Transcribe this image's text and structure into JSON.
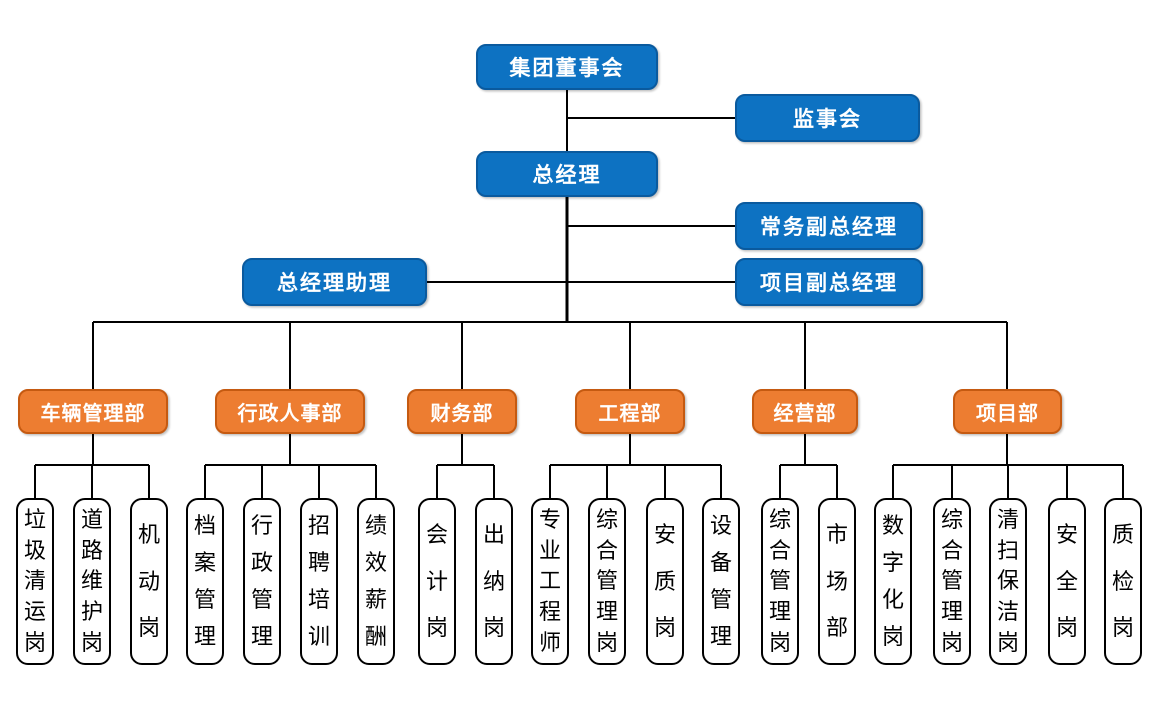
{
  "org": {
    "executive": {
      "board": "集团董事会",
      "supervisory": "监事会",
      "general_manager": "总经理",
      "exec_deputy_gm": "常务副总经理",
      "gm_assistant": "总经理助理",
      "project_deputy_gm": "项目副总经理"
    },
    "departments": [
      {
        "label": "车辆管理部",
        "children": [
          "垃圾清运岗",
          "道路维护岗",
          "机动岗"
        ]
      },
      {
        "label": "行政人事部",
        "children": [
          "档案管理",
          "行政管理",
          "招聘培训",
          "绩效薪酬"
        ]
      },
      {
        "label": "财务部",
        "children": [
          "会计岗",
          "出纳岗"
        ]
      },
      {
        "label": "工程部",
        "children": [
          "专业工程师",
          "综合管理岗",
          "安质岗",
          "设备管理"
        ]
      },
      {
        "label": "经营部",
        "children": [
          "综合管理岗",
          "市场部"
        ]
      },
      {
        "label": "项目部",
        "children": [
          "数字化岗",
          "综合管理岗",
          "清扫保洁岗",
          "安全岗",
          "质检岗"
        ]
      }
    ],
    "colors": {
      "executive_fill": "#0D72C2",
      "executive_border": "#0A5A9E",
      "department_fill": "#ED7D31",
      "department_border": "#C55A11",
      "post_fill": "#FFFFFF",
      "post_border": "#000000",
      "connector": "#000000",
      "text_on_color": "#FFFFFF",
      "text_on_post": "#000000"
    }
  }
}
